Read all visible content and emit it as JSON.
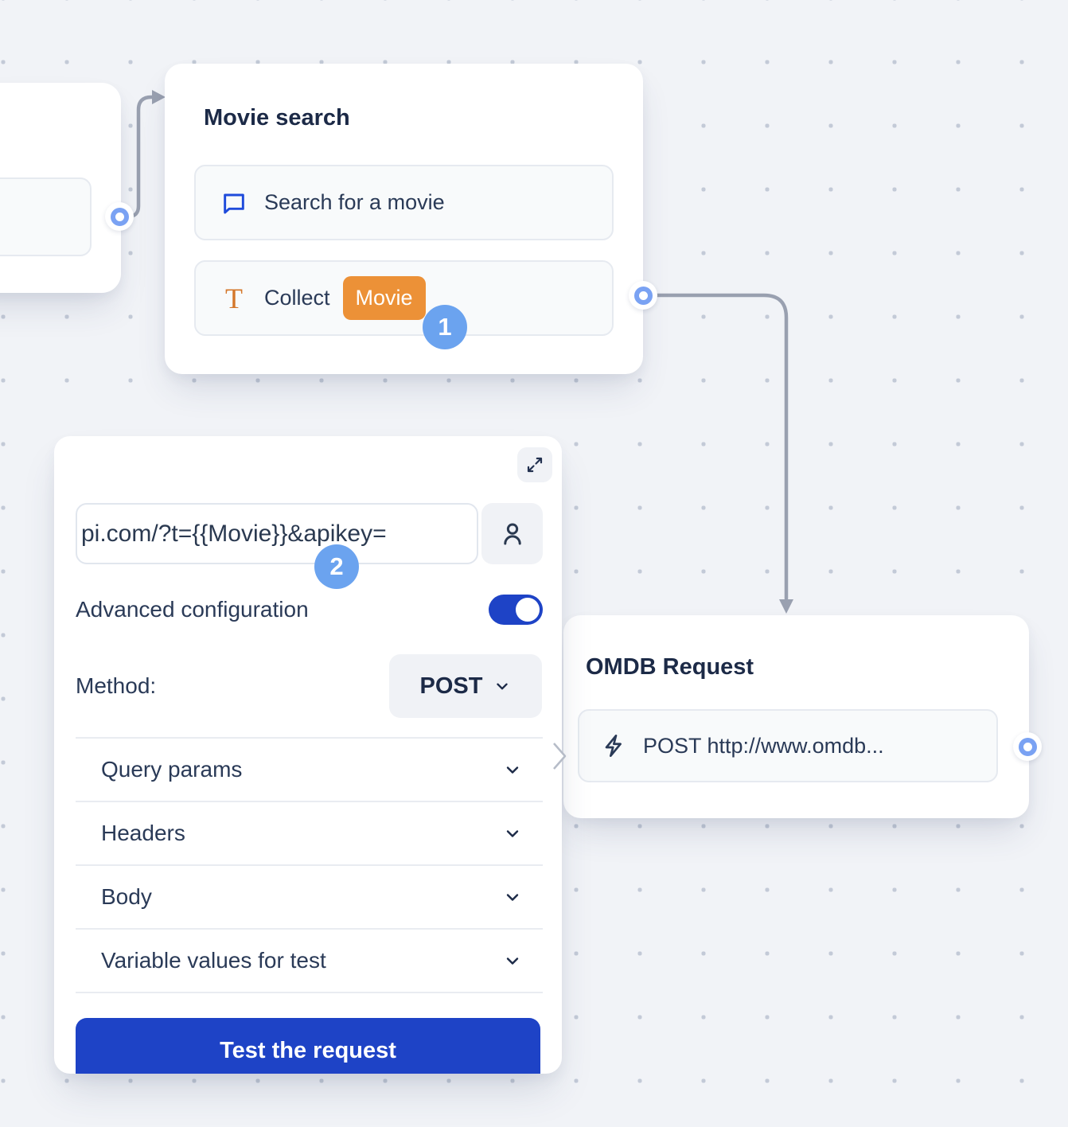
{
  "annotations": {
    "step1": "1",
    "step2": "2"
  },
  "nodes": {
    "movie_search": {
      "title": "Movie search",
      "items": [
        {
          "icon": "chat-bubble-icon",
          "label": "Search for a movie"
        },
        {
          "icon": "text-variable-icon",
          "label": "Collect",
          "chip": "Movie"
        }
      ]
    },
    "omdb_request": {
      "title": "OMDB Request",
      "item": {
        "icon": "lightning-icon",
        "label": "POST http://www.omdb..."
      }
    }
  },
  "panel": {
    "url_value": "pi.com/?t={{Movie}}&apikey=",
    "advanced_label": "Advanced configuration",
    "method_label": "Method:",
    "method_value": "POST",
    "sections": [
      "Query params",
      "Headers",
      "Body",
      "Variable values for test"
    ],
    "test_button_label": "Test the request"
  },
  "colors": {
    "accent_blue": "#1E43C6",
    "badge_blue": "#6BA3EF",
    "chip_orange": "#EC9137",
    "port_ring_blue": "#7AA2F3",
    "connector_gray": "#99A0B0",
    "icon_blue": "#1F4BDB",
    "icon_orange": "#D4772A"
  }
}
